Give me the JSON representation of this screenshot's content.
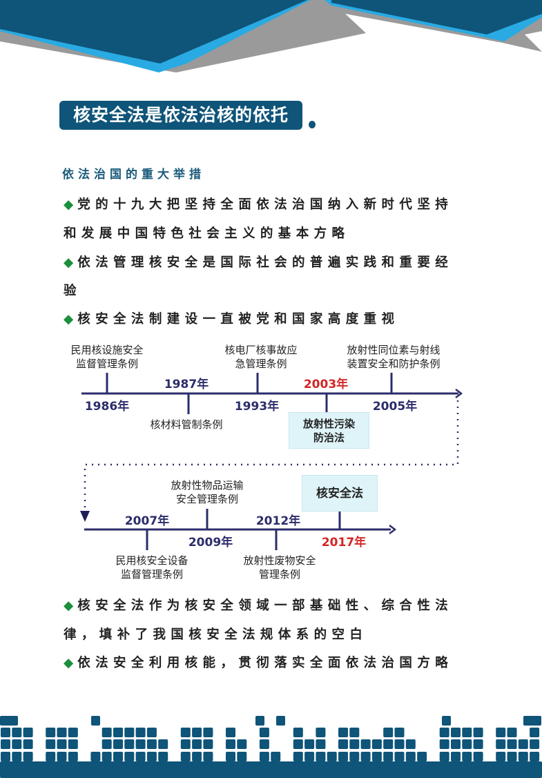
{
  "title": "核安全法是依法治核的依托",
  "subtitle": "依法治国的重大举措",
  "bullets_top": [
    {
      "lines": [
        "党的十九大把坚持全面依法治国纳入新时代坚持",
        "和发展中国特色社会主义的基本方略"
      ]
    },
    {
      "lines": [
        "依法管理核安全是国际社会的普遍实践和重要经",
        "验"
      ]
    },
    {
      "lines": [
        "核安全法制建设一直被党和国家高度重视"
      ]
    }
  ],
  "timeline": {
    "y1986": "1986年",
    "l1986a": "民用核设施安全",
    "l1986b": "监督管理条例",
    "y1987": "1987年",
    "l1987": "核材料管制条例",
    "y1993": "1993年",
    "l1993a": "核电厂核事故应",
    "l1993b": "急管理条例",
    "y2003": "2003年",
    "l2003a": "放射性污染",
    "l2003b": "防治法",
    "y2005": "2005年",
    "l2005a": "放射性同位素与射线",
    "l2005b": "装置安全和防护条例",
    "y2007": "2007年",
    "l2007a": "民用核安全设备",
    "l2007b": "监督管理条例",
    "y2009": "2009年",
    "l2009a": "放射性物品运输",
    "l2009b": "安全管理条例",
    "y2012": "2012年",
    "l2012a": "放射性废物安全",
    "l2012b": "管理条例",
    "y2017": "2017年",
    "l2017": "核安全法"
  },
  "bullets_bottom": [
    {
      "lines": [
        "核安全法作为核安全领域一部基础性、综合性法",
        "律，填补了我国核安全法规体系的空白"
      ]
    },
    {
      "lines": [
        "依法安全利用核能，贯彻落实全面依法治国方略"
      ]
    }
  ],
  "colors": {
    "navy": "#0f5479",
    "timeline": "#2b2c6a",
    "red": "#d42424",
    "green": "#1a8f3c"
  }
}
